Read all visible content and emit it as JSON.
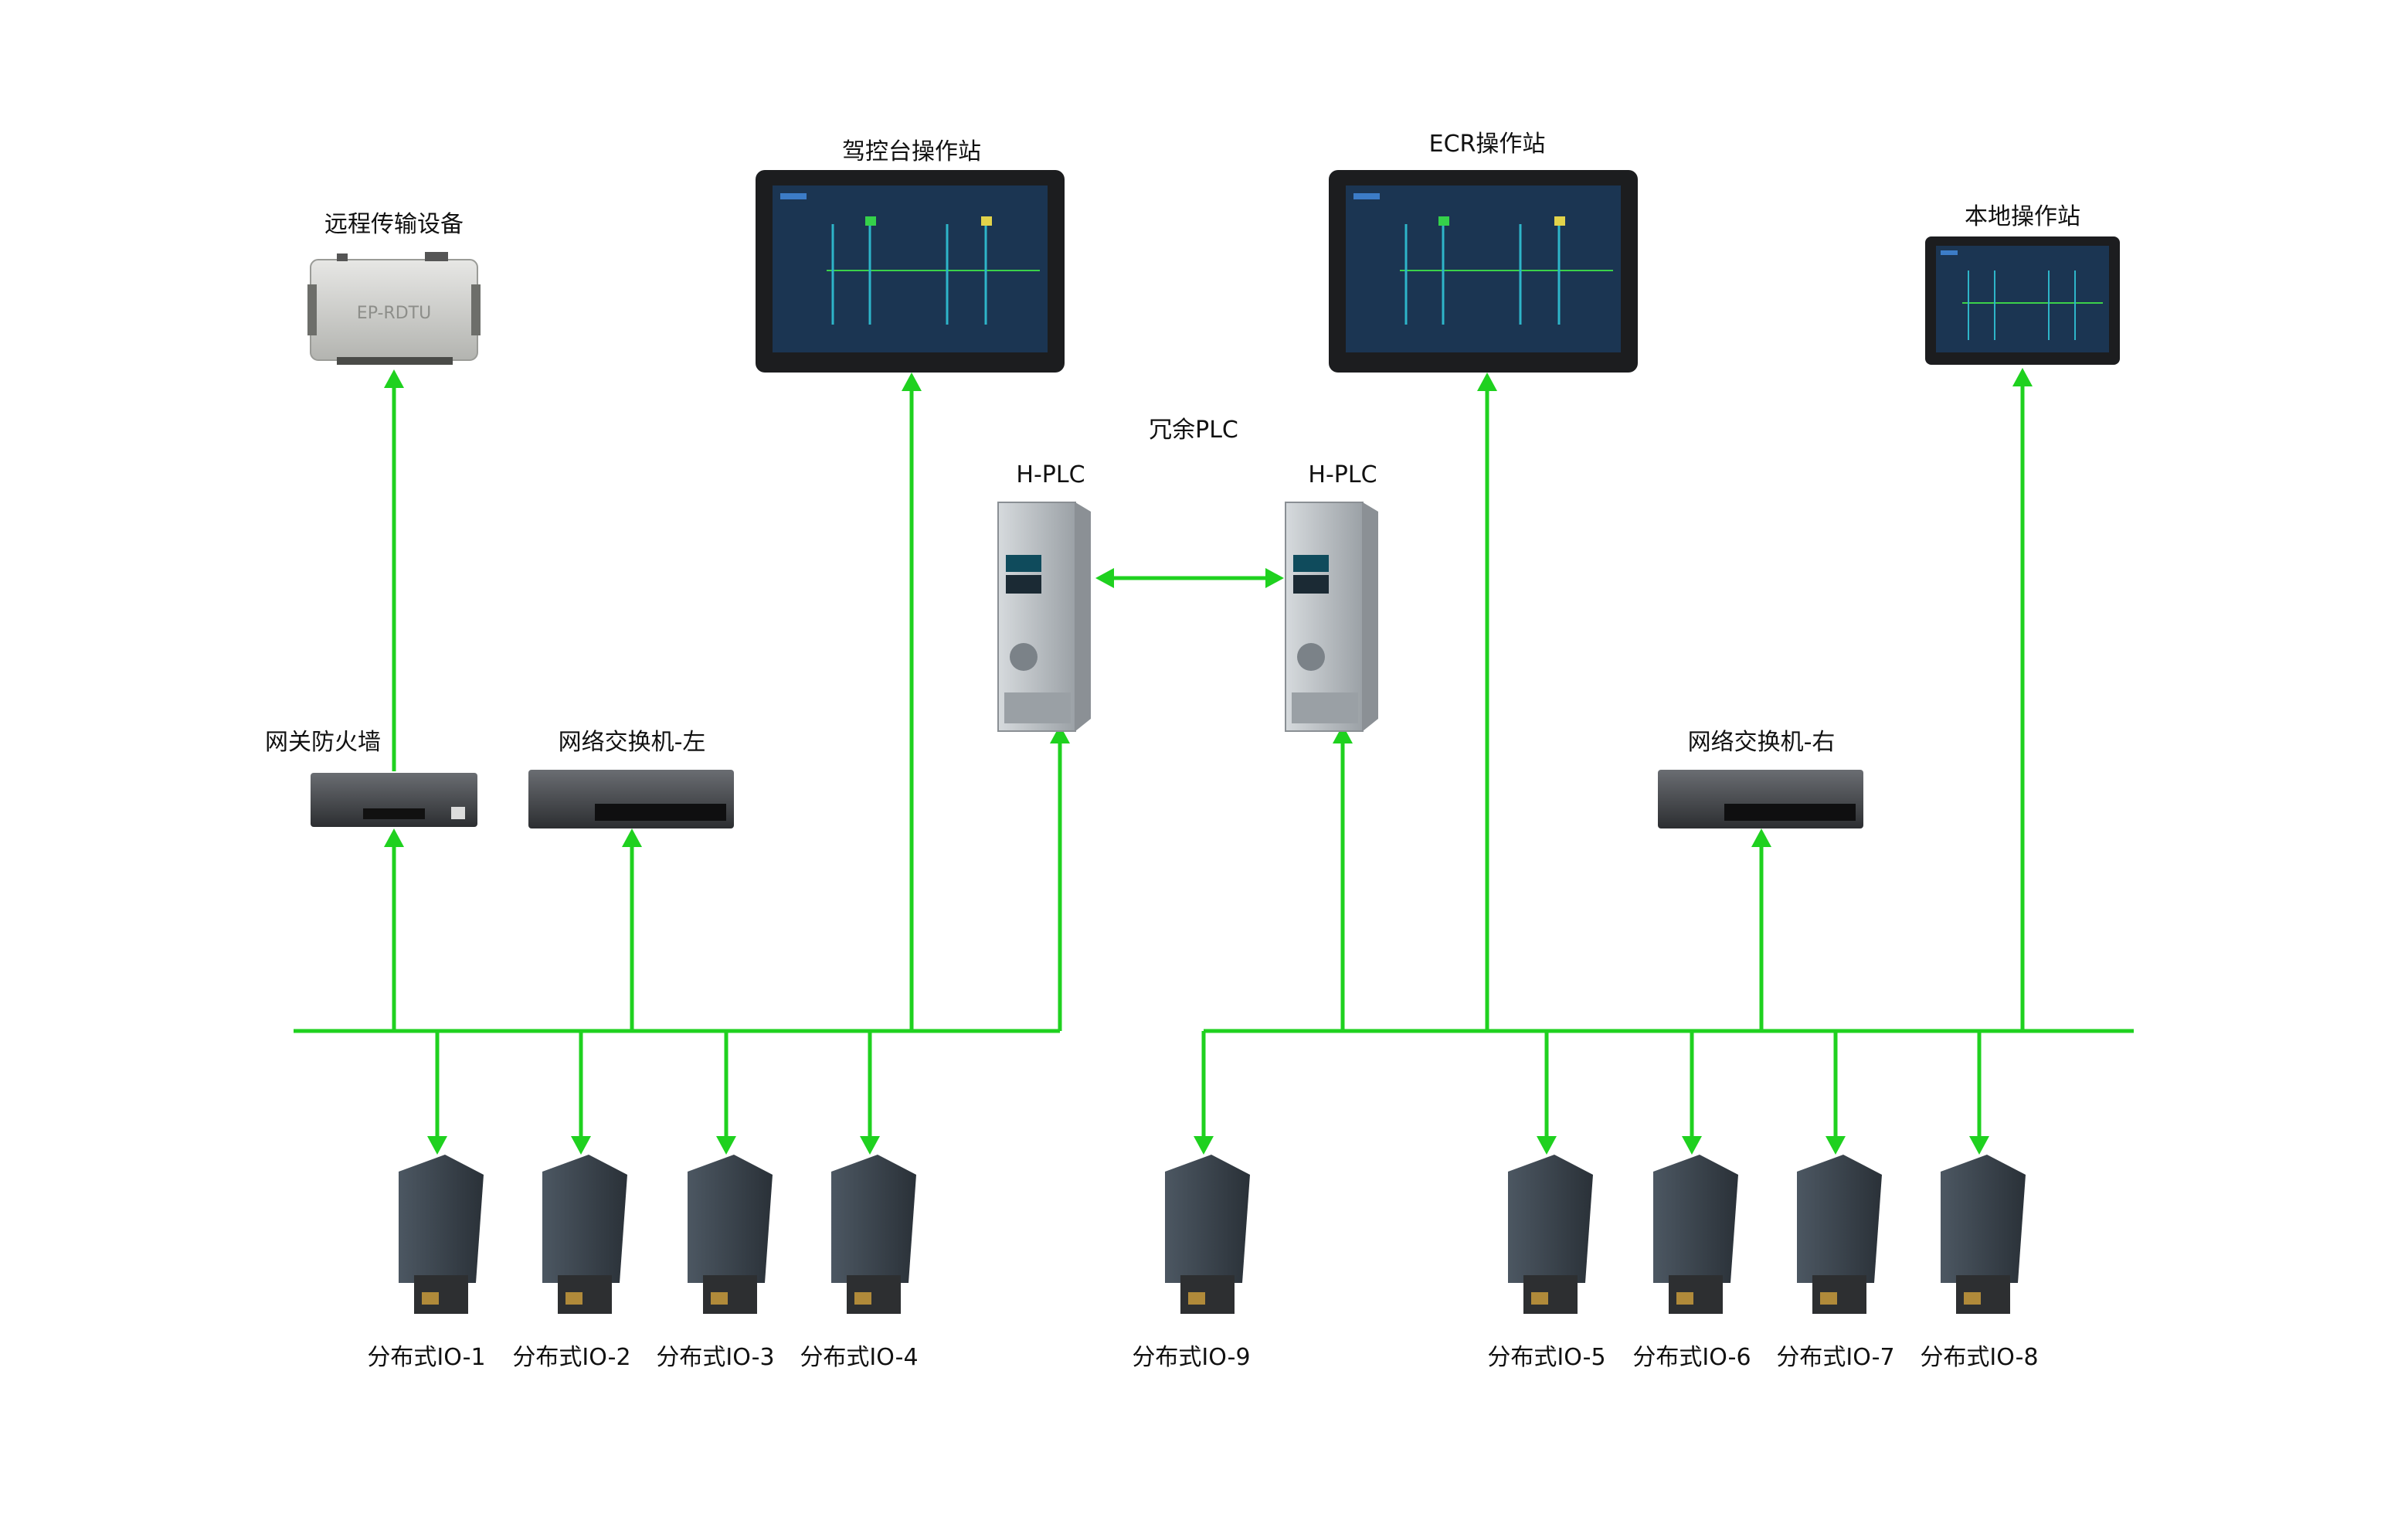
{
  "labels": {
    "rdtu": "远程传输设备",
    "bridge_station": "驾控台操作站",
    "ecr_station": "ECR操作站",
    "local_station": "本地操作站",
    "redundant_plc": "冗余PLC",
    "hplc_left": "H-PLC",
    "hplc_right": "H-PLC",
    "firewall": "网关防火墙",
    "switch_left": "网络交换机-左",
    "switch_right": "网络交换机-右",
    "rdtu_device_text": "EP-RDTU"
  },
  "io_modules": [
    "分布式IO-1",
    "分布式IO-2",
    "分布式IO-3",
    "分布式IO-4",
    "分布式IO-9",
    "分布式IO-5",
    "分布式IO-6",
    "分布式IO-7",
    "分布式IO-8"
  ],
  "colors": {
    "network_line": "#1fd11f",
    "device_dark": "#2e3338",
    "screen_blue": "#1b3552",
    "plc_gray": "#b9bec3",
    "io_body": "#3d4650"
  }
}
